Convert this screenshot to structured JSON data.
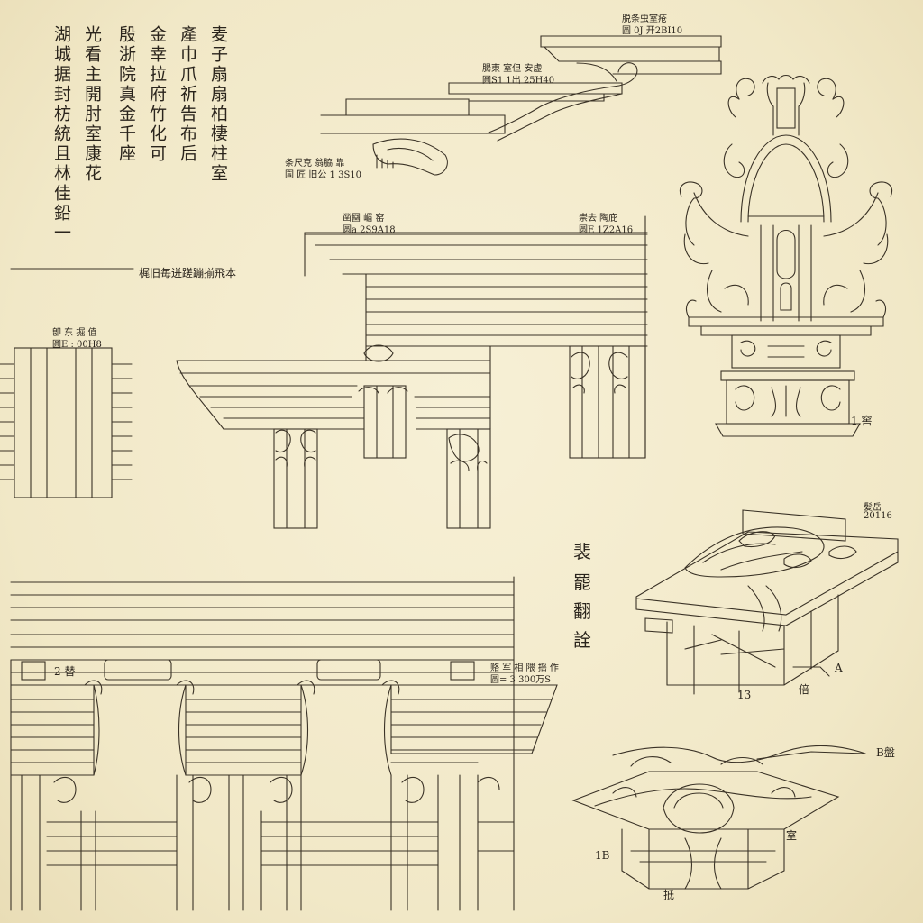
{
  "text_columns": [
    "湖城据封枋統且林佳鉛一",
    "光看主開肘室康花",
    "殷浙院真金千座",
    "金幸拉府竹化可",
    "產巾爪祈告布后",
    "麦子扇扇柏棲柱室"
  ],
  "caption_main": "梶旧毎迸蹉蹦揃飛本",
  "labels": {
    "top_right_title": "脱条虫室疮",
    "top_right_code": "圆 0J 开2BI10",
    "upper_mid_title": "腸東 室但 安虚",
    "upper_mid_code": "圓S1 1出 25H40",
    "left_bracket_title": "条尺克 翁脇 靠",
    "left_bracket_code": "圁 匠 旧公 1 3S10",
    "center_left_title": "凿圝 嵋 窑",
    "center_left_code": "圆a 2S9A18",
    "center_right_title": "崇去 陶庇",
    "center_right_code": "圆E 1Z2A16",
    "left_section_title": "卽 东 掘 值",
    "left_section_code": "圓E : 00H8",
    "throne_label": "1.窖",
    "mid_vertical_1": "裴",
    "mid_vertical_2": "罷",
    "mid_vertical_3": "翻",
    "mid_vertical_4": "詮",
    "iso_top_title": "髪岳",
    "iso_top_code": "20116",
    "iso_label_a": "A",
    "iso_label_13": "13",
    "iso_label_cn": "倍",
    "bottom_left_label": "2 替",
    "bottom_mid_title": "赂 军 相 隈 揺 作",
    "bottom_mid_code": "圆= 3 300万S",
    "iso_bottom_b": "B盤",
    "iso_bottom_18": "1B",
    "iso_bottom_cn": "室",
    "iso_bottom_foot": "抵"
  }
}
